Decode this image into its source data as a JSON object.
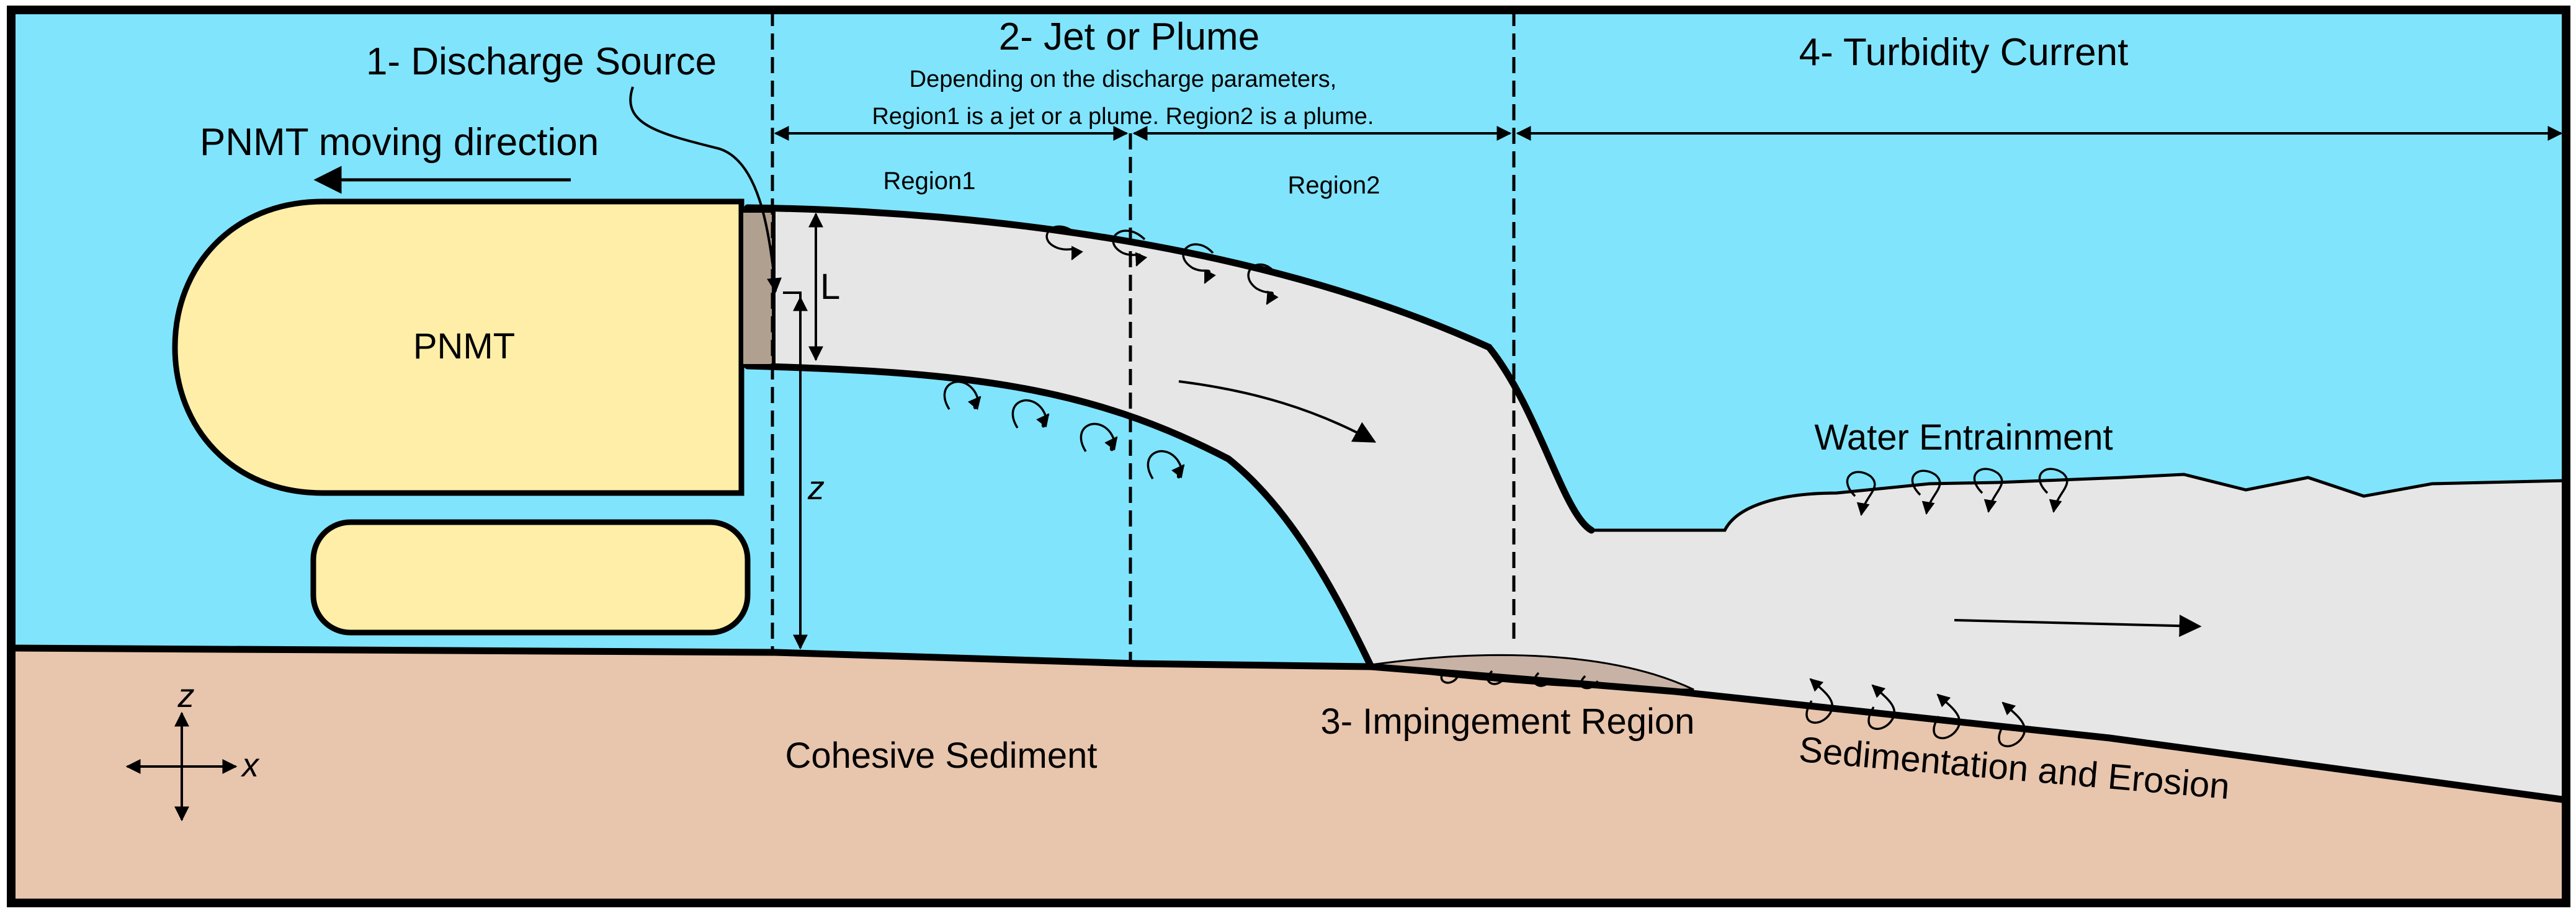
{
  "labels": {
    "discharge_source": "1- Discharge Source",
    "jet_or_plume": "2- Jet or Plume",
    "jet_note_line1": "Depending on the discharge parameters,",
    "jet_note_line2": "Region1 is a jet or a plume. Region2 is a plume.",
    "turbidity_current": "4- Turbidity Current",
    "moving_direction": "PNMT moving direction",
    "pnmt": "PNMT",
    "region1": "Region1",
    "region2": "Region2",
    "L": "L",
    "z_height": "z",
    "water_entrainment": "Water Entrainment",
    "cohesive_sediment": "Cohesive Sediment",
    "impingement_region": "3- Impingement Region",
    "sedimentation_erosion": "Sedimentation and Erosion",
    "axis_z": "z",
    "axis_x": "x"
  },
  "colors": {
    "water": "#80e4fd",
    "sediment": "#e8c5ad",
    "plume": "#e6e6e6",
    "pnmt_body": "#ffeea8",
    "nozzle": "#b0a090",
    "impinge": "#c8b2a6",
    "outline": "#000000"
  }
}
